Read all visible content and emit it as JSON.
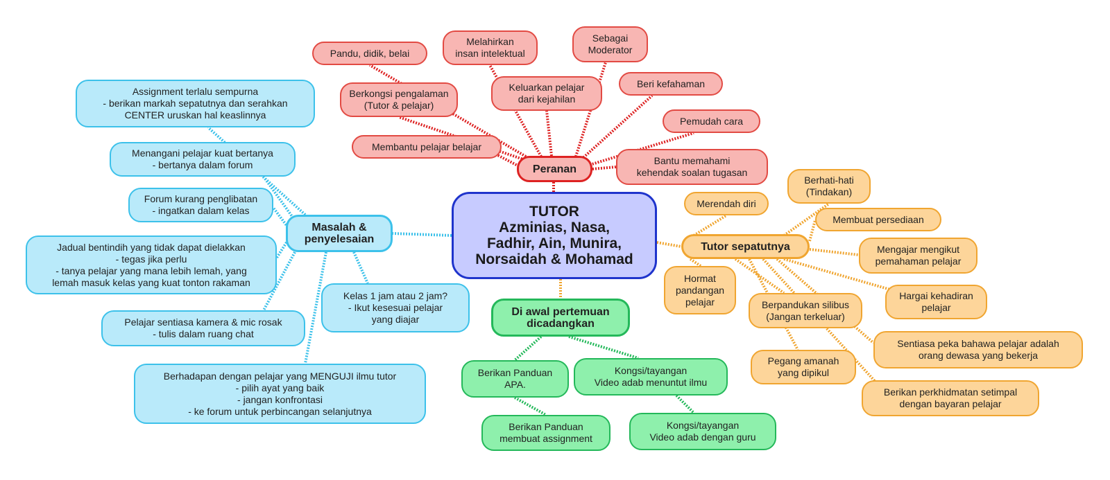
{
  "colors": {
    "center": "#1f34cc",
    "peranan": "#dd2222",
    "masalah": "#3cc1ea",
    "awal": "#24b85a",
    "tutor": "#f0a530"
  },
  "center": {
    "lines": [
      "TUTOR",
      "Azminias, Nasa,",
      "Fadhir, Ain, Munira,",
      "Norsaidah & Mohamad"
    ]
  },
  "peranan": {
    "title": "Peranan",
    "items": [
      {
        "lines": [
          "Pandu, didik, belai"
        ]
      },
      {
        "lines": [
          "Melahirkan",
          "insan intelektual"
        ]
      },
      {
        "lines": [
          "Sebagai",
          "Moderator"
        ]
      },
      {
        "lines": [
          "Berkongsi pengalaman",
          "(Tutor & pelajar)"
        ]
      },
      {
        "lines": [
          "Keluarkan pelajar",
          "dari kejahilan"
        ]
      },
      {
        "lines": [
          "Beri kefahaman"
        ]
      },
      {
        "lines": [
          "Pemudah cara"
        ]
      },
      {
        "lines": [
          "Membantu pelajar belajar"
        ]
      },
      {
        "lines": [
          "Bantu memahami",
          "kehendak soalan tugasan"
        ]
      }
    ]
  },
  "masalah": {
    "title_lines": [
      "Masalah &",
      "penyelesaian"
    ],
    "items": [
      {
        "lines": [
          "Assignment terlalu sempurna",
          "- berikan markah sepatutnya dan serahkan",
          "CENTER uruskan hal keaslinnya"
        ]
      },
      {
        "lines": [
          "Menangani pelajar kuat bertanya",
          "- bertanya dalam forum"
        ]
      },
      {
        "lines": [
          "Forum kurang penglibatan",
          "- ingatkan dalam kelas"
        ]
      },
      {
        "lines": [
          "Jadual bentindih yang tidak dapat dielakkan",
          "- tegas jika perlu",
          "- tanya pelajar yang mana lebih lemah, yang",
          "lemah masuk kelas yang kuat tonton rakaman"
        ]
      },
      {
        "lines": [
          "Pelajar sentiasa kamera & mic rosak",
          "- tulis dalam ruang chat"
        ]
      },
      {
        "lines": [
          "Berhadapan dengan pelajar yang MENGUJI ilmu tutor",
          "- pilih ayat yang baik",
          "- jangan konfrontasi",
          "- ke forum untuk perbincangan selanjutnya"
        ]
      },
      {
        "lines": [
          "Kelas 1 jam atau 2 jam?",
          "- Ikut kesesuai pelajar",
          "yang diajar"
        ]
      }
    ]
  },
  "awal": {
    "title_lines": [
      "Di awal pertemuan",
      "dicadangkan"
    ],
    "items": [
      {
        "lines": [
          "Berikan Panduan",
          "APA."
        ]
      },
      {
        "lines": [
          "Kongsi/tayangan",
          "Video adab menuntut ilmu"
        ]
      },
      {
        "lines": [
          "Berikan Panduan",
          "membuat assignment"
        ]
      },
      {
        "lines": [
          "Kongsi/tayangan",
          "Video adab dengan guru"
        ]
      }
    ]
  },
  "tutor": {
    "title": "Tutor sepatutnya",
    "items": [
      {
        "lines": [
          "Merendah diri"
        ]
      },
      {
        "lines": [
          "Berhati-hati",
          "(Tindakan)"
        ]
      },
      {
        "lines": [
          "Membuat persediaan"
        ]
      },
      {
        "lines": [
          "Mengajar mengikut",
          "pemahaman pelajar"
        ]
      },
      {
        "lines": [
          "Hormat",
          "pandangan",
          "pelajar"
        ]
      },
      {
        "lines": [
          "Berpandukan silibus",
          "(Jangan terkeluar)"
        ]
      },
      {
        "lines": [
          "Hargai kehadiran",
          "pelajar"
        ]
      },
      {
        "lines": [
          "Sentiasa peka bahawa pelajar adalah",
          "orang dewasa yang bekerja"
        ]
      },
      {
        "lines": [
          "Pegang amanah",
          "yang dipikul"
        ]
      },
      {
        "lines": [
          "Berikan perkhidmatan setimpal",
          "dengan bayaran pelajar"
        ]
      }
    ]
  }
}
